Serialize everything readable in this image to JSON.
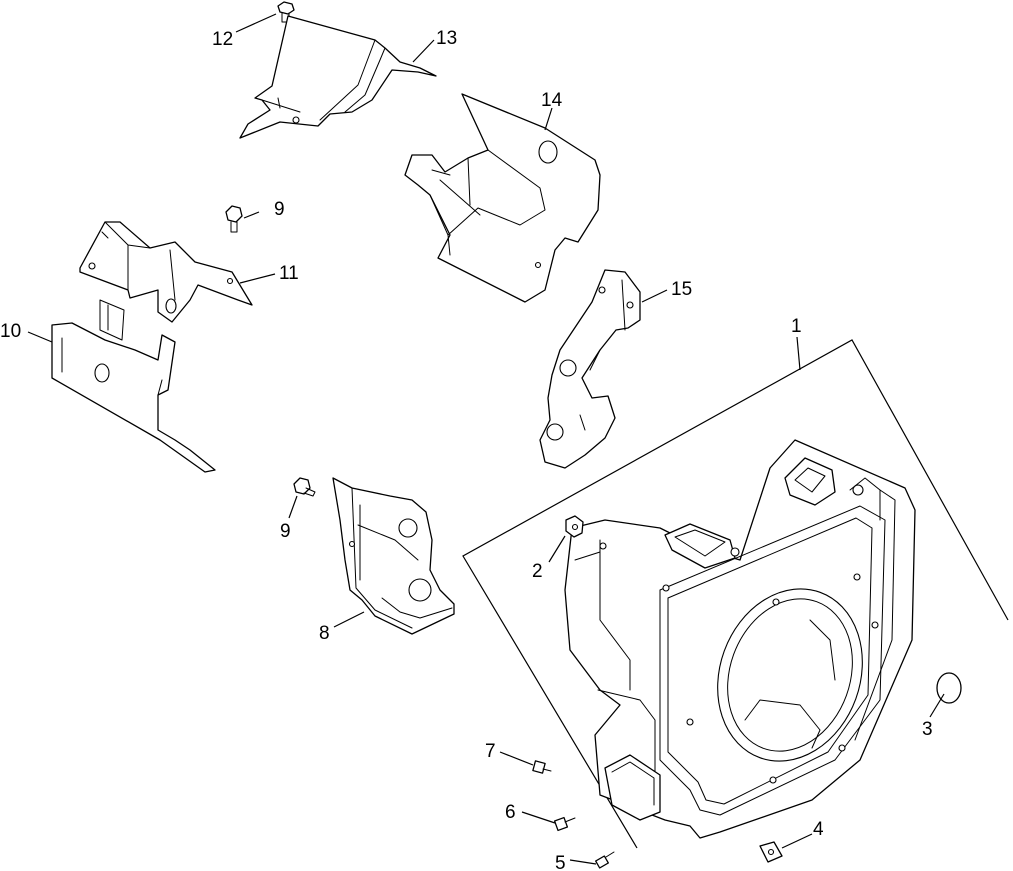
{
  "callouts": {
    "c1": "1",
    "c2": "2",
    "c3": "3",
    "c4": "4",
    "c5": "5",
    "c6": "6",
    "c7": "7",
    "c8": "8",
    "c9a": "9",
    "c9b": "9",
    "c10": "10",
    "c11": "11",
    "c12": "12",
    "c13": "13",
    "c14": "14",
    "c15": "15"
  }
}
